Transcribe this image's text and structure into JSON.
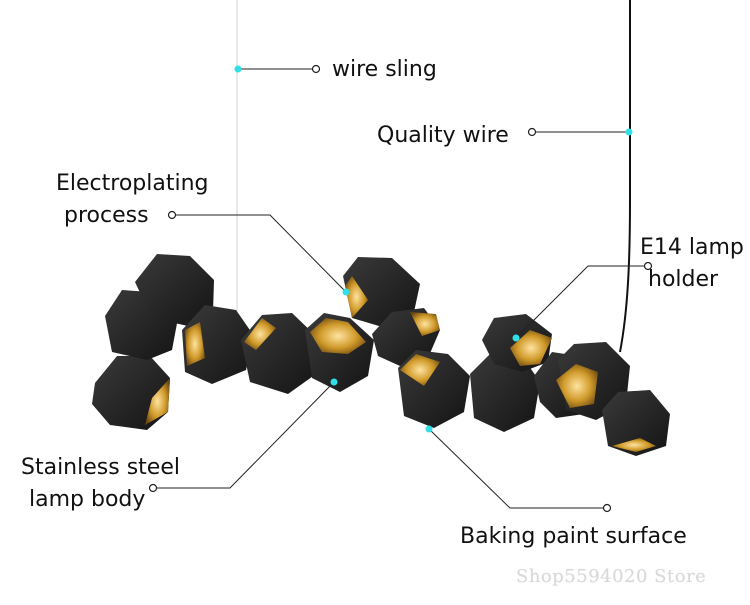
{
  "product_annotations": {
    "wire_sling": "wire sling",
    "quality_wire": "Quality wire",
    "electroplating_process": [
      "Electroplating",
      "process"
    ],
    "e14_lamp_holder": [
      "E14 lamp",
      "holder"
    ],
    "stainless_steel_lamp_body": [
      "Stainless steel",
      "lamp body"
    ],
    "baking_paint_surface": "Baking paint surface"
  },
  "watermark": "Shop5594020 Store",
  "colors": {
    "background": "#ffffff",
    "shade_dark": "#1b1b1b",
    "shade_mid": "#2a2a2a",
    "interior_gold": "#c8901e",
    "marker_cyan": "#2fe0e8",
    "leader_line": "#222222",
    "text": "#111111",
    "watermark": "#d8d8d8"
  },
  "icons": [
    "pendant-lamp-illustration",
    "callout-marker-dot",
    "callout-end-ring"
  ]
}
